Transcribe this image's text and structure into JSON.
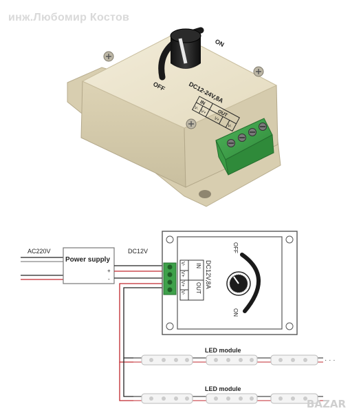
{
  "watermark": "инж.Любомир Костов",
  "device_photo": {
    "off_label": "OFF",
    "on_label": "ON",
    "rating": "DC12-24V,8A",
    "in_label": "IN",
    "out_label": "OUT",
    "terminals": [
      "V-",
      "V+",
      "V+",
      "V-"
    ],
    "case_color": "#e8dfc4",
    "terminal_color": "#3ea14a"
  },
  "wiring_diagram": {
    "input_voltage": "AC220V",
    "power_supply_label": "Power supply",
    "output_voltage": "DC12V",
    "plus_sign": "+",
    "minus_sign": "-",
    "controller_rating": "DC12V,8A",
    "controller_off": "OFF",
    "controller_on": "ON",
    "in_label": "IN",
    "out_label": "OUT",
    "terminals": [
      "V-",
      "V+",
      "V+",
      "V-"
    ],
    "led_module_label_1": "LED module",
    "led_module_label_2": "LED module",
    "ellipsis": "· · ·",
    "wire_red": "#c0272d",
    "wire_black": "#222222"
  },
  "corner_logo": "BAZAR"
}
